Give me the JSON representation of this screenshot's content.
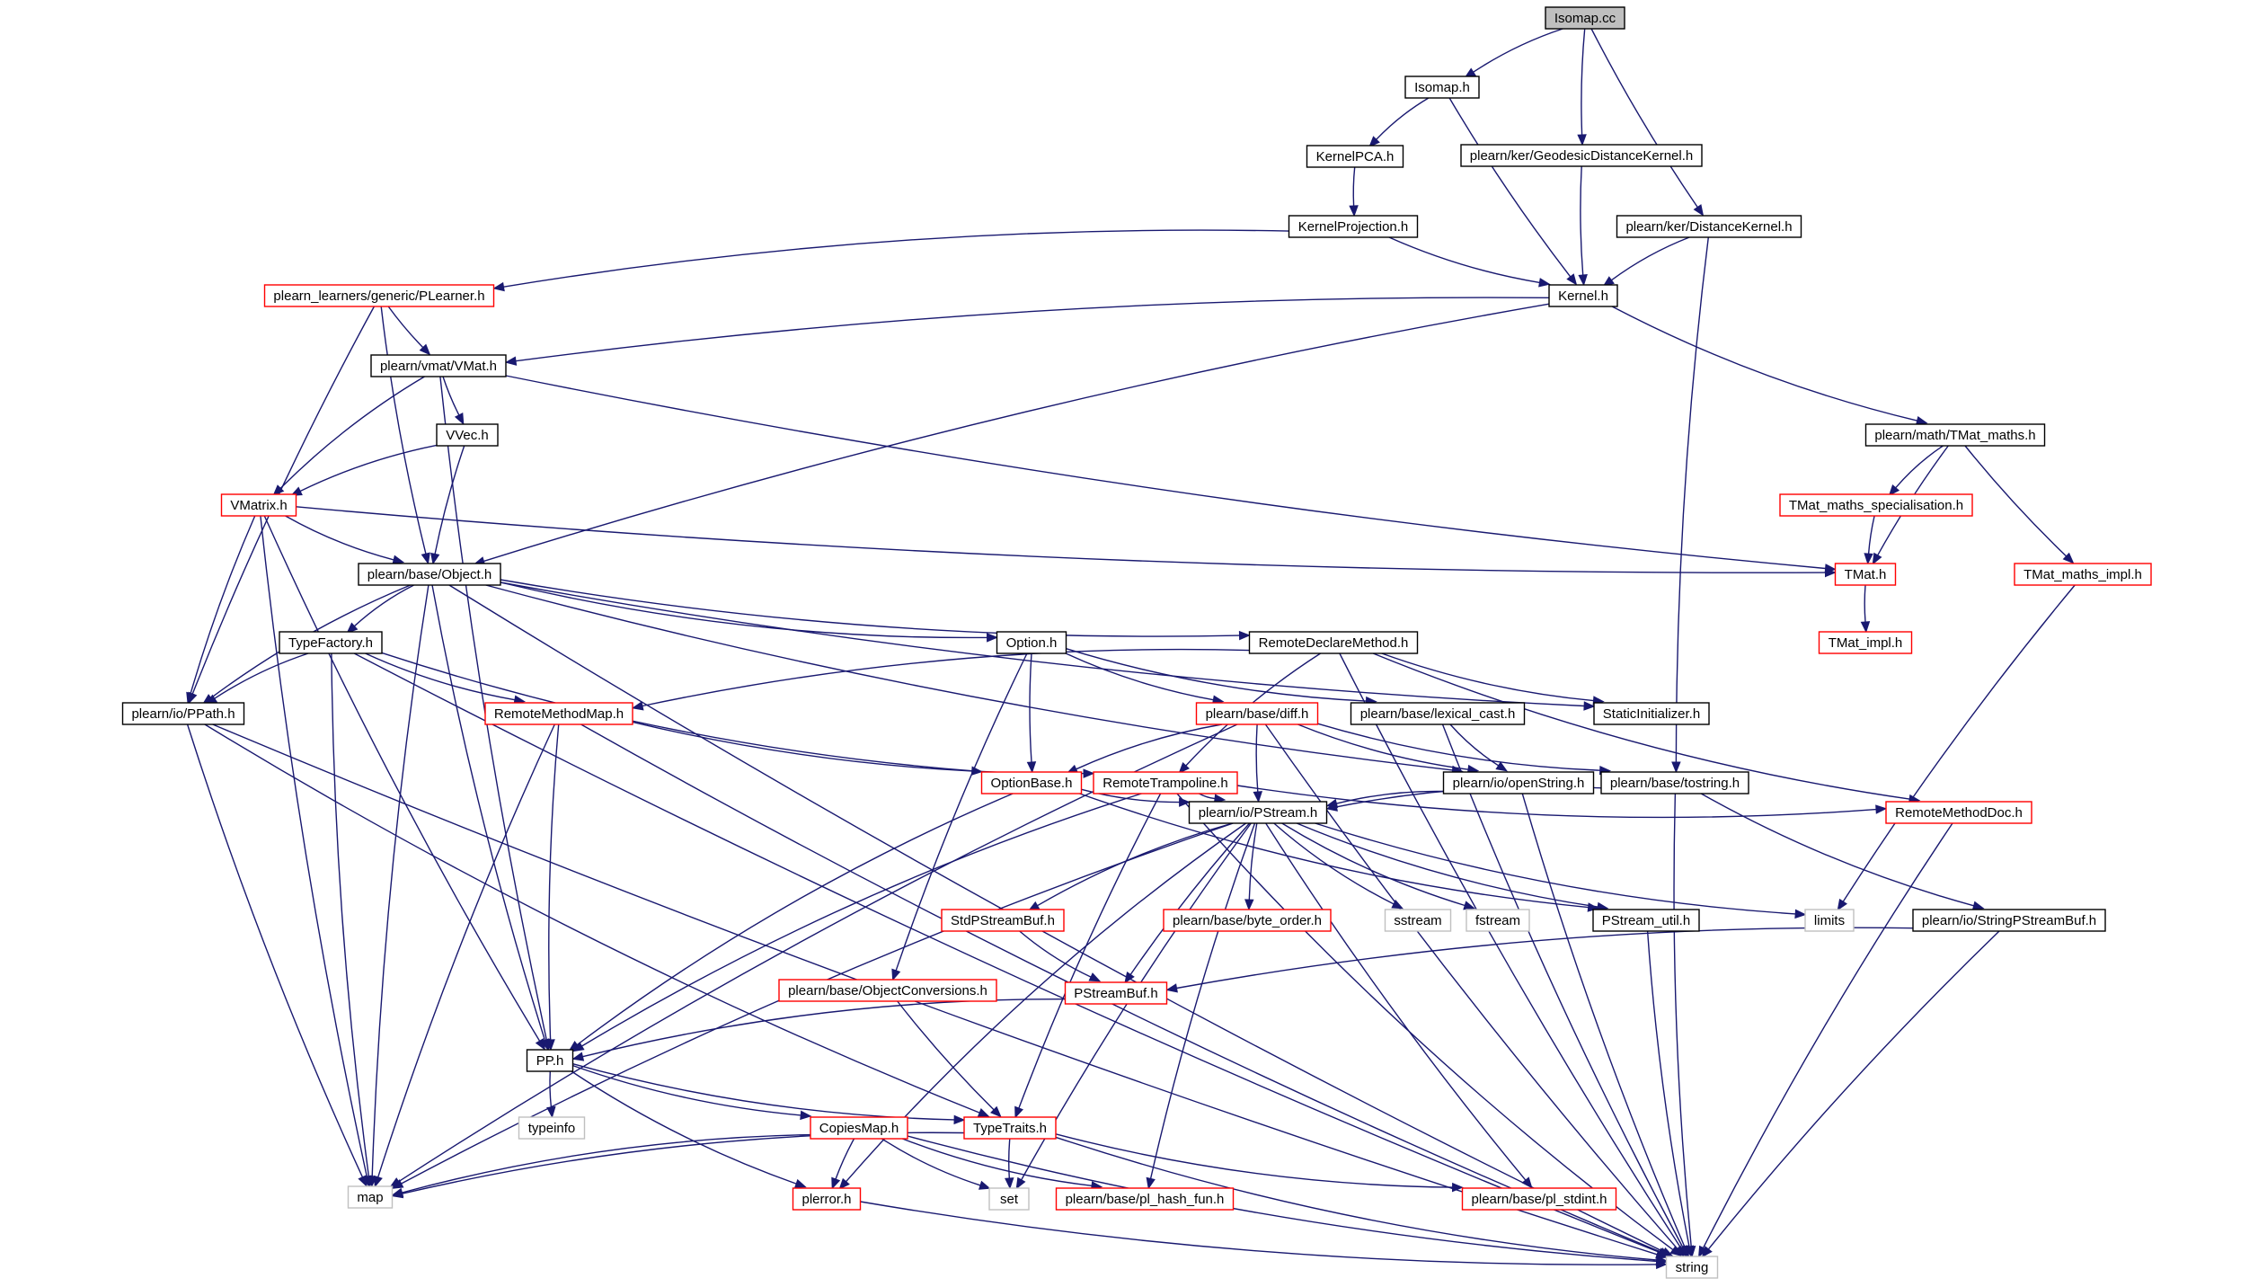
{
  "colors": {
    "edge": "#191970",
    "normal_border": "#000000",
    "truncated_border": "#ff0000",
    "external_border": "#c0c0c0",
    "root_fill": "#bfbfbf",
    "node_fill": "#ffffff"
  },
  "nodes": [
    {
      "id": "isomap_cc",
      "label": "Isomap.cc",
      "kind": "root"
    },
    {
      "id": "isomap_h",
      "label": "Isomap.h",
      "kind": "normal"
    },
    {
      "id": "geodesic",
      "label": "plearn/ker/GeodesicDistanceKernel.h",
      "kind": "normal"
    },
    {
      "id": "distkernel",
      "label": "plearn/ker/DistanceKernel.h",
      "kind": "normal"
    },
    {
      "id": "kernelpca",
      "label": "KernelPCA.h",
      "kind": "normal"
    },
    {
      "id": "kernelproj",
      "label": "KernelProjection.h",
      "kind": "normal"
    },
    {
      "id": "plearner",
      "label": "plearn_learners/generic/PLearner.h",
      "kind": "truncated"
    },
    {
      "id": "kernel",
      "label": "Kernel.h",
      "kind": "normal"
    },
    {
      "id": "vmat",
      "label": "plearn/vmat/VMat.h",
      "kind": "normal"
    },
    {
      "id": "tmatmaths",
      "label": "plearn/math/TMat_maths.h",
      "kind": "normal"
    },
    {
      "id": "vvec",
      "label": "VVec.h",
      "kind": "normal"
    },
    {
      "id": "vmatrix",
      "label": "VMatrix.h",
      "kind": "truncated"
    },
    {
      "id": "tmatspec",
      "label": "TMat_maths_specialisation.h",
      "kind": "truncated"
    },
    {
      "id": "object",
      "label": "plearn/base/Object.h",
      "kind": "normal"
    },
    {
      "id": "tmat",
      "label": "TMat.h",
      "kind": "truncated"
    },
    {
      "id": "tmatimpl_maths",
      "label": "TMat_maths_impl.h",
      "kind": "truncated"
    },
    {
      "id": "typefactory",
      "label": "TypeFactory.h",
      "kind": "normal"
    },
    {
      "id": "option",
      "label": "Option.h",
      "kind": "normal"
    },
    {
      "id": "remotedeclare",
      "label": "RemoteDeclareMethod.h",
      "kind": "normal"
    },
    {
      "id": "tmatimpl",
      "label": "TMat_impl.h",
      "kind": "truncated"
    },
    {
      "id": "ppath",
      "label": "plearn/io/PPath.h",
      "kind": "normal"
    },
    {
      "id": "remotemethodmap",
      "label": "RemoteMethodMap.h",
      "kind": "truncated"
    },
    {
      "id": "diff",
      "label": "plearn/base/diff.h",
      "kind": "truncated"
    },
    {
      "id": "lexicalcast",
      "label": "plearn/base/lexical_cast.h",
      "kind": "normal"
    },
    {
      "id": "staticinit",
      "label": "StaticInitializer.h",
      "kind": "normal"
    },
    {
      "id": "optionbase",
      "label": "OptionBase.h",
      "kind": "truncated"
    },
    {
      "id": "remotetrampoline",
      "label": "RemoteTrampoline.h",
      "kind": "truncated"
    },
    {
      "id": "openstring",
      "label": "plearn/io/openString.h",
      "kind": "normal"
    },
    {
      "id": "tostring",
      "label": "plearn/base/tostring.h",
      "kind": "normal"
    },
    {
      "id": "pstream",
      "label": "plearn/io/PStream.h",
      "kind": "normal"
    },
    {
      "id": "remotemethoddoc",
      "label": "RemoteMethodDoc.h",
      "kind": "truncated"
    },
    {
      "id": "stdpstreambuf",
      "label": "StdPStreamBuf.h",
      "kind": "truncated"
    },
    {
      "id": "byteorder",
      "label": "plearn/base/byte_order.h",
      "kind": "truncated"
    },
    {
      "id": "sstream",
      "label": "sstream",
      "kind": "external"
    },
    {
      "id": "fstream",
      "label": "fstream",
      "kind": "external"
    },
    {
      "id": "pstreamutil",
      "label": "PStream_util.h",
      "kind": "normal"
    },
    {
      "id": "limits",
      "label": "limits",
      "kind": "external"
    },
    {
      "id": "stringpstreambuf",
      "label": "plearn/io/StringPStreamBuf.h",
      "kind": "normal"
    },
    {
      "id": "objconv",
      "label": "plearn/base/ObjectConversions.h",
      "kind": "truncated"
    },
    {
      "id": "pstreambuf",
      "label": "PStreamBuf.h",
      "kind": "truncated"
    },
    {
      "id": "pp",
      "label": "PP.h",
      "kind": "normal"
    },
    {
      "id": "typeinfo",
      "label": "typeinfo",
      "kind": "external"
    },
    {
      "id": "copiesmap",
      "label": "CopiesMap.h",
      "kind": "truncated"
    },
    {
      "id": "typetraits",
      "label": "TypeTraits.h",
      "kind": "truncated"
    },
    {
      "id": "map",
      "label": "map",
      "kind": "external"
    },
    {
      "id": "plerror",
      "label": "plerror.h",
      "kind": "truncated"
    },
    {
      "id": "set",
      "label": "set",
      "kind": "external"
    },
    {
      "id": "plhashfun",
      "label": "plearn/base/pl_hash_fun.h",
      "kind": "truncated"
    },
    {
      "id": "plstdint",
      "label": "plearn/base/pl_stdint.h",
      "kind": "truncated"
    },
    {
      "id": "string",
      "label": "string",
      "kind": "external"
    }
  ],
  "edges": [
    [
      "isomap_cc",
      "isomap_h"
    ],
    [
      "isomap_cc",
      "geodesic"
    ],
    [
      "isomap_cc",
      "distkernel"
    ],
    [
      "isomap_h",
      "kernelpca"
    ],
    [
      "isomap_h",
      "kernel"
    ],
    [
      "geodesic",
      "kernel"
    ],
    [
      "distkernel",
      "kernel"
    ],
    [
      "distkernel",
      "tostring"
    ],
    [
      "kernelpca",
      "kernelproj"
    ],
    [
      "kernelproj",
      "plearner"
    ],
    [
      "kernelproj",
      "kernel"
    ],
    [
      "plearner",
      "vmat"
    ],
    [
      "plearner",
      "object"
    ],
    [
      "plearner",
      "ppath"
    ],
    [
      "kernel",
      "vmat"
    ],
    [
      "kernel",
      "tmatmaths"
    ],
    [
      "kernel",
      "object"
    ],
    [
      "vmat",
      "vvec"
    ],
    [
      "vmat",
      "vmatrix"
    ],
    [
      "vmat",
      "tmat"
    ],
    [
      "vmat",
      "pp"
    ],
    [
      "vvec",
      "vmatrix"
    ],
    [
      "vvec",
      "object"
    ],
    [
      "tmatmaths",
      "tmatspec"
    ],
    [
      "tmatmaths",
      "tmat"
    ],
    [
      "tmatmaths",
      "tmatimpl_maths"
    ],
    [
      "tmatspec",
      "tmat"
    ],
    [
      "tmat",
      "tmatimpl"
    ],
    [
      "tmatimpl_maths",
      "limits"
    ],
    [
      "vmatrix",
      "object"
    ],
    [
      "vmatrix",
      "tmat"
    ],
    [
      "vmatrix",
      "ppath"
    ],
    [
      "vmatrix",
      "pp"
    ],
    [
      "vmatrix",
      "map"
    ],
    [
      "object",
      "typefactory"
    ],
    [
      "object",
      "option"
    ],
    [
      "object",
      "remotedeclare"
    ],
    [
      "object",
      "staticinit"
    ],
    [
      "object",
      "openstring"
    ],
    [
      "object",
      "ppath"
    ],
    [
      "object",
      "pp"
    ],
    [
      "object",
      "map"
    ],
    [
      "object",
      "string"
    ],
    [
      "typefactory",
      "ppath"
    ],
    [
      "typefactory",
      "remotemethodmap"
    ],
    [
      "typefactory",
      "optionbase"
    ],
    [
      "typefactory",
      "map"
    ],
    [
      "typefactory",
      "string"
    ],
    [
      "option",
      "optionbase"
    ],
    [
      "option",
      "diff"
    ],
    [
      "option",
      "lexicalcast"
    ],
    [
      "option",
      "objconv"
    ],
    [
      "remotedeclare",
      "remotemethodmap"
    ],
    [
      "remotedeclare",
      "remotetrampoline"
    ],
    [
      "remotedeclare",
      "staticinit"
    ],
    [
      "remotedeclare",
      "remotemethoddoc"
    ],
    [
      "remotedeclare",
      "string"
    ],
    [
      "ppath",
      "map"
    ],
    [
      "ppath",
      "string"
    ],
    [
      "ppath",
      "typetraits"
    ],
    [
      "remotemethodmap",
      "pp"
    ],
    [
      "remotemethodmap",
      "map"
    ],
    [
      "remotemethodmap",
      "remotetrampoline"
    ],
    [
      "remotemethodmap",
      "string"
    ],
    [
      "diff",
      "optionbase"
    ],
    [
      "diff",
      "pstream"
    ],
    [
      "diff",
      "openstring"
    ],
    [
      "diff",
      "tostring"
    ],
    [
      "diff",
      "map"
    ],
    [
      "diff",
      "string"
    ],
    [
      "lexicalcast",
      "openstring"
    ],
    [
      "lexicalcast",
      "string"
    ],
    [
      "optionbase",
      "pstream"
    ],
    [
      "optionbase",
      "pp"
    ],
    [
      "optionbase",
      "pstreamutil"
    ],
    [
      "remotetrampoline",
      "pstream"
    ],
    [
      "remotetrampoline",
      "pp"
    ],
    [
      "remotetrampoline",
      "remotemethoddoc"
    ],
    [
      "remotetrampoline",
      "typetraits"
    ],
    [
      "remotetrampoline",
      "string"
    ],
    [
      "openstring",
      "pstream"
    ],
    [
      "openstring",
      "string"
    ],
    [
      "tostring",
      "pstream"
    ],
    [
      "tostring",
      "stringpstreambuf"
    ],
    [
      "tostring",
      "string"
    ],
    [
      "pstream",
      "stdpstreambuf"
    ],
    [
      "pstream",
      "byteorder"
    ],
    [
      "pstream",
      "sstream"
    ],
    [
      "pstream",
      "fstream"
    ],
    [
      "pstream",
      "pstreamutil"
    ],
    [
      "pstream",
      "limits"
    ],
    [
      "pstream",
      "pstreambuf"
    ],
    [
      "pstream",
      "map"
    ],
    [
      "pstream",
      "plerror"
    ],
    [
      "pstream",
      "set"
    ],
    [
      "pstream",
      "plhashfun"
    ],
    [
      "pstream",
      "plstdint"
    ],
    [
      "remotemethoddoc",
      "string"
    ],
    [
      "stdpstreambuf",
      "pstreambuf"
    ],
    [
      "pstreamutil",
      "string"
    ],
    [
      "stringpstreambuf",
      "pstreambuf"
    ],
    [
      "stringpstreambuf",
      "string"
    ],
    [
      "objconv",
      "typetraits"
    ],
    [
      "pstreambuf",
      "pp"
    ],
    [
      "pp",
      "typeinfo"
    ],
    [
      "pp",
      "copiesmap"
    ],
    [
      "pp",
      "typetraits"
    ],
    [
      "pp",
      "plerror"
    ],
    [
      "copiesmap",
      "map"
    ],
    [
      "copiesmap",
      "plerror"
    ],
    [
      "copiesmap",
      "set"
    ],
    [
      "copiesmap",
      "plhashfun"
    ],
    [
      "copiesmap",
      "string"
    ],
    [
      "typetraits",
      "map"
    ],
    [
      "typetraits",
      "set"
    ],
    [
      "typetraits",
      "plstdint"
    ],
    [
      "typetraits",
      "string"
    ],
    [
      "plerror",
      "string"
    ]
  ]
}
